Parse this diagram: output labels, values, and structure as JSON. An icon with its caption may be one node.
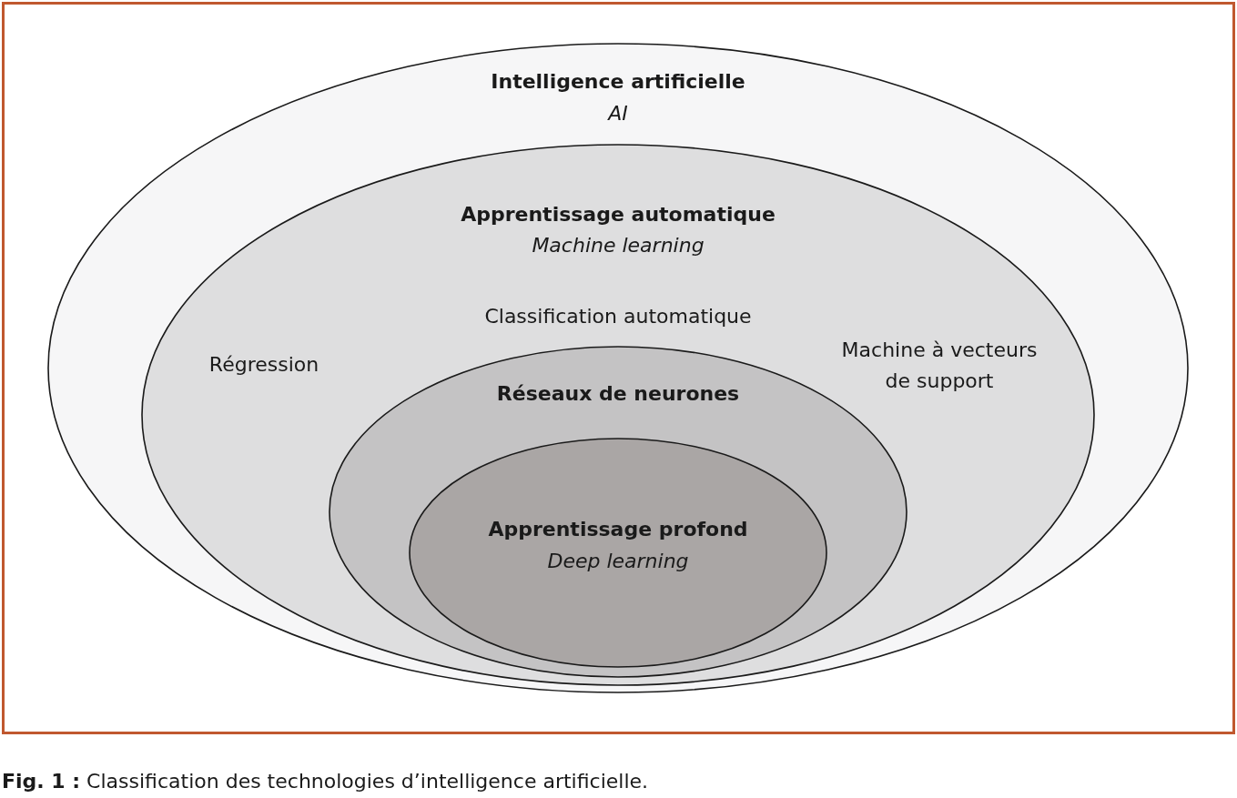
{
  "diagram": {
    "caption": "**Fig. 1 :** Classification des technologies d’intelligence artificielle.",
    "nodes": [
      {
        "text": [
          "Intelligence artificielle",
          "AI"
        ]
      },
      {
        "text": [
          "Apprentissage automatique",
          "Machine learning"
        ],
        "in": 0
      },
      {
        "text": [
          "Réseaux de neurones"
        ],
        "in": 1
      },
      {
        "text": [
          "Apprentissage profond",
          "Deep learning"
        ],
        "in": 2
      }
    ],
    "edges": [],
    "labels": [
      "Classification automatique",
      "Régression",
      "Machine à vecteurs de support"
    ]
  }
}
